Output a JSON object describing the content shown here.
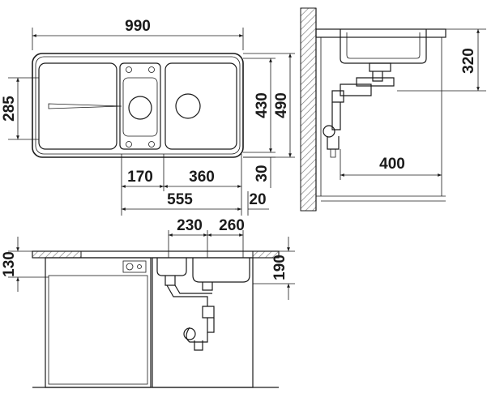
{
  "top_view": {
    "overall_width": "990",
    "depth_left": "285",
    "depth_inner": "430",
    "depth_outer": "490",
    "offset_170": "170",
    "bowl_width": "360",
    "cutout_555": "555",
    "edge_30": "30",
    "edge_20": "20"
  },
  "side_view": {
    "drain_height": "320",
    "drain_reach": "400"
  },
  "front_view": {
    "spacing_230": "230",
    "spacing_260": "260",
    "height_130": "130",
    "height_190": "190"
  },
  "colors": {
    "line": "#1a1a1a",
    "hatch": "#8a8a8a",
    "background": "#ffffff"
  }
}
